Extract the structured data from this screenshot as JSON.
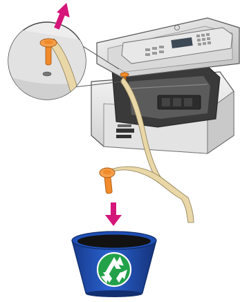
{
  "illustration": {
    "steps": [
      {
        "step": "remove-shipping-lock-from-printer",
        "arrow_direction": "up",
        "arrow_color": "#d6157a"
      },
      {
        "step": "discard-shipping-lock-in-recycle-bin",
        "arrow_direction": "down",
        "arrow_color": "#d6157a"
      }
    ],
    "icons": {
      "lock": "orange-shipping-lock-icon",
      "tape": "tan-ribbon-tape-icon",
      "bin": "blue-recycle-bin-icon",
      "recycle": "recycle-symbol-icon"
    },
    "colors": {
      "arrow": "#d6157a",
      "lock": "#f08a2a",
      "tape": "#e9d7a8",
      "bin": "#1f4fb5",
      "bin_dark": "#0e2a66",
      "recycle_green": "#23a14a"
    }
  }
}
